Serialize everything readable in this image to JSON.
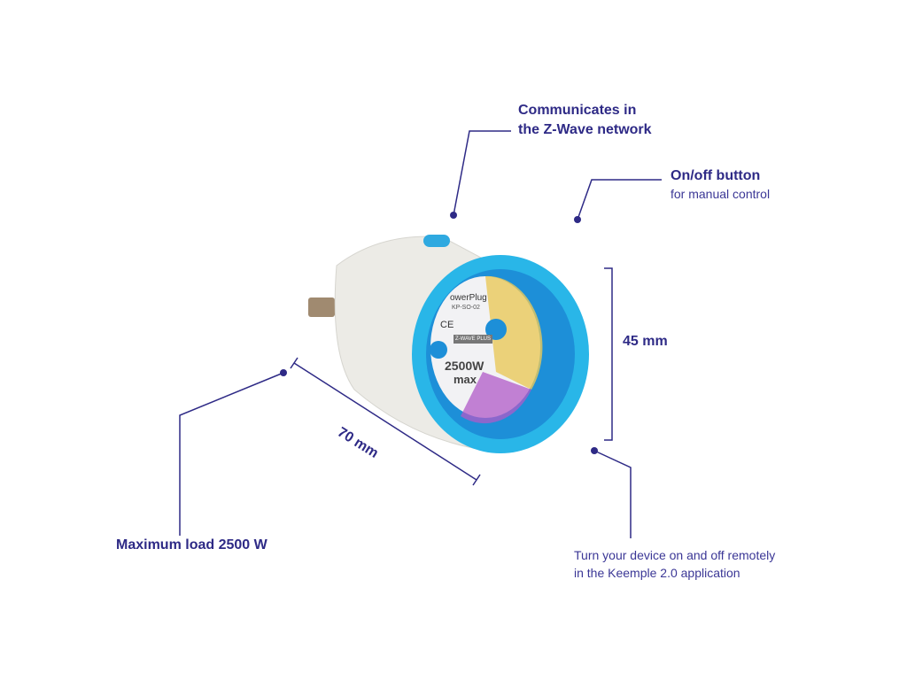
{
  "callouts": {
    "zwave": {
      "line1": "Communicates in",
      "line2": "the Z-Wave network"
    },
    "button": {
      "title": "On/off button",
      "subtitle": "for manual control"
    },
    "height": {
      "label": "45 mm"
    },
    "length": {
      "label": "70 mm"
    },
    "app": {
      "line1": "Turn your device on and off remotely",
      "line2": "in the Keemple 2.0 application"
    },
    "load": {
      "label": "Maximum load 2500 W"
    }
  },
  "product_label": {
    "name": "owerPlug",
    "model": "KP-SO-02",
    "rating": "2500W",
    "rating_sub": "max",
    "ce": "CE",
    "badge": "Z-WAVE PLUS"
  },
  "colors": {
    "text": "#2e2a86",
    "ring": "#29b6e8",
    "body": "#eeeeea"
  }
}
